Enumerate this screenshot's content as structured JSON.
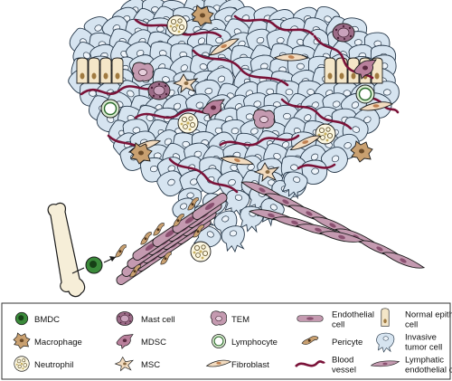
{
  "colors": {
    "tumor_fill": "#d6e4f0",
    "tumor_stroke": "#26384a",
    "vessel": "#7a1238",
    "epithelial_fill": "#f4e6c8",
    "mauve_fill": "#c49ab0",
    "fibroblast_fill": "#f3dcc0",
    "macrophage_fill": "#c9a070",
    "bmdc_fill": "#3a8a3a",
    "lymphocyte_fill": "#d9ecd0",
    "outline": "#1a1a1a",
    "legend_border": "#333333"
  },
  "legend": {
    "items": [
      {
        "id": "bmdc",
        "label": [
          "BMDC"
        ],
        "icon": "bmdc-icon"
      },
      {
        "id": "macrophage",
        "label": [
          "Macrophage"
        ],
        "icon": "macrophage-icon"
      },
      {
        "id": "neutrophil",
        "label": [
          "Neutrophil"
        ],
        "icon": "neutrophil-icon"
      },
      {
        "id": "mast",
        "label": [
          "Mast cell"
        ],
        "icon": "mast-cell-icon"
      },
      {
        "id": "mdsc",
        "label": [
          "MDSC"
        ],
        "icon": "mdsc-icon"
      },
      {
        "id": "msc",
        "label": [
          "MSC"
        ],
        "icon": "msc-icon"
      },
      {
        "id": "tem",
        "label": [
          "TEM"
        ],
        "icon": "tem-icon"
      },
      {
        "id": "lymphocyte",
        "label": [
          "Lymphocyte"
        ],
        "icon": "lymphocyte-icon"
      },
      {
        "id": "fibroblast",
        "label": [
          "Fibroblast"
        ],
        "icon": "fibroblast-icon"
      },
      {
        "id": "endothelial",
        "label": [
          "Endothelial",
          "cell"
        ],
        "icon": "endothelial-cell-icon"
      },
      {
        "id": "pericyte",
        "label": [
          "Pericyte"
        ],
        "icon": "pericyte-icon"
      },
      {
        "id": "vessel",
        "label": [
          "Blood",
          "vessel"
        ],
        "icon": "blood-vessel-icon"
      },
      {
        "id": "epithelial",
        "label": [
          "Normal epithelial",
          "cell"
        ],
        "icon": "normal-epithelial-cell-icon"
      },
      {
        "id": "invasive",
        "label": [
          "Invasive",
          "tumor cell"
        ],
        "icon": "invasive-tumor-cell-icon"
      },
      {
        "id": "lymphatic",
        "label": [
          "Lymphatic",
          "endothelial cell"
        ],
        "icon": "lymphatic-endothelial-cell-icon"
      }
    ]
  }
}
